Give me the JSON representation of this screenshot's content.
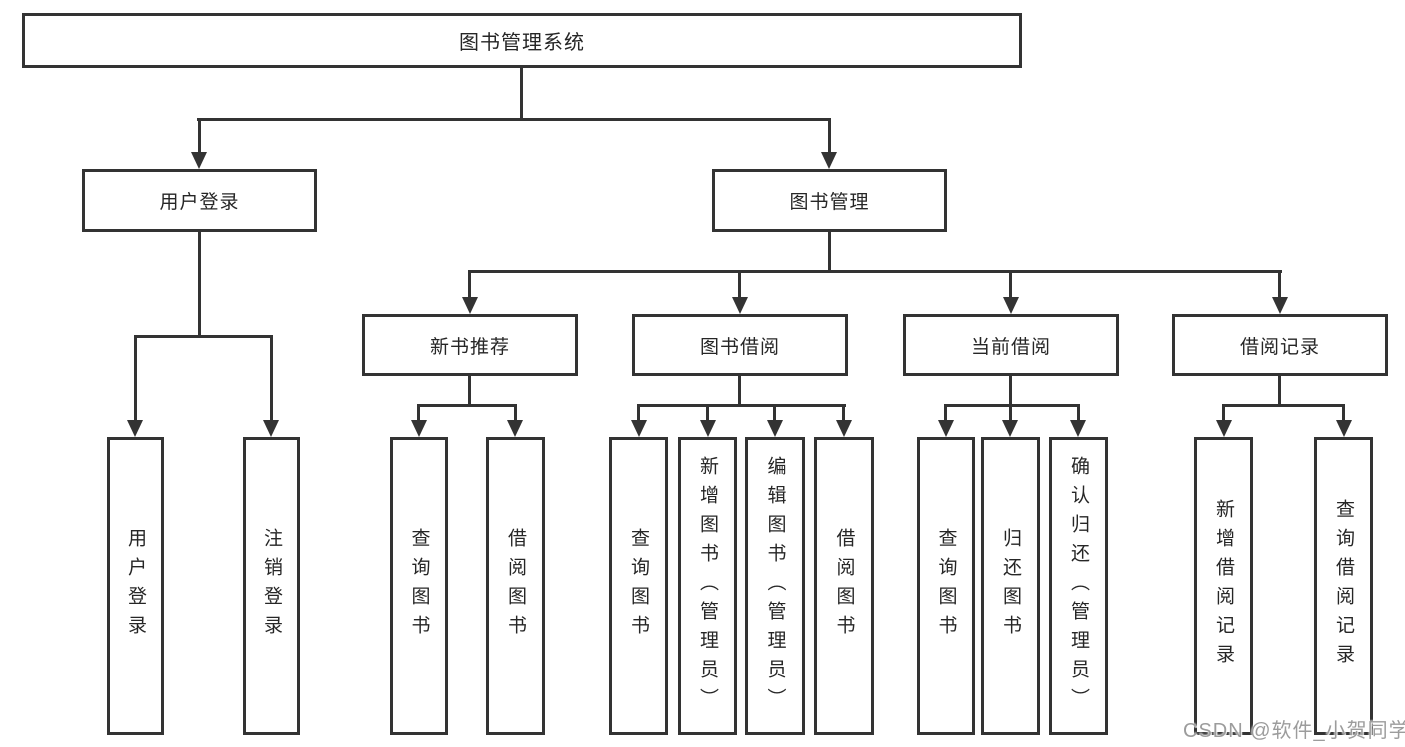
{
  "tree": {
    "root": {
      "label": "图书管理系统"
    },
    "level2": [
      {
        "label": "用户登录",
        "parent": "图书管理系统"
      },
      {
        "label": "图书管理",
        "parent": "图书管理系统"
      }
    ],
    "level3": [
      {
        "label": "新书推荐",
        "parent": "图书管理"
      },
      {
        "label": "图书借阅",
        "parent": "图书管理"
      },
      {
        "label": "当前借阅",
        "parent": "图书管理"
      },
      {
        "label": "借阅记录",
        "parent": "图书管理"
      }
    ],
    "leaves": [
      {
        "label": "用户登录",
        "parent": "用户登录"
      },
      {
        "label": "注销登录",
        "parent": "用户登录"
      },
      {
        "label": "查询图书",
        "parent": "新书推荐"
      },
      {
        "label": "借阅图书",
        "parent": "新书推荐"
      },
      {
        "label": "查询图书",
        "parent": "图书借阅"
      },
      {
        "label": "新增图书（管理员）",
        "parent": "图书借阅"
      },
      {
        "label": "编辑图书（管理员）",
        "parent": "图书借阅"
      },
      {
        "label": "借阅图书",
        "parent": "图书借阅"
      },
      {
        "label": "查询图书",
        "parent": "当前借阅"
      },
      {
        "label": "归还图书",
        "parent": "当前借阅"
      },
      {
        "label": "确认归还（管理员）",
        "parent": "当前借阅"
      },
      {
        "label": "新增借阅记录",
        "parent": "借阅记录"
      },
      {
        "label": "查询借阅记录",
        "parent": "借阅记录"
      }
    ]
  },
  "watermark": {
    "text": "CSDN @软件_小贺同学"
  },
  "colors": {
    "line": "#333333",
    "box_border": "#333333",
    "box_fill": "#ffffff",
    "text": "#262626",
    "watermark": "#9c9c9c",
    "background": "#ffffff"
  }
}
